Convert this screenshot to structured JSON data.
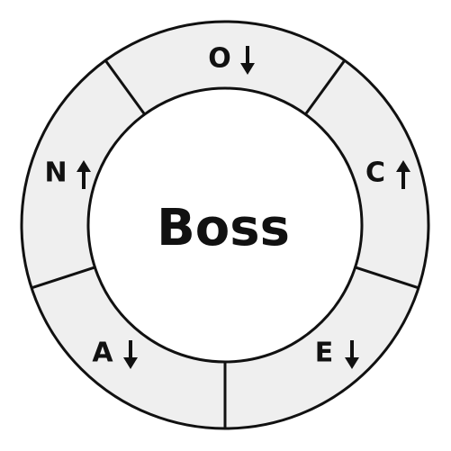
{
  "colors": {
    "ring_fill": "#efefef",
    "center_fill": "#ffffff",
    "stroke": "#111111",
    "text": "#111111"
  },
  "center": {
    "label": "Boss"
  },
  "segments": [
    {
      "id": "o",
      "label": "O",
      "arrow": "down"
    },
    {
      "id": "c",
      "label": "C",
      "arrow": "up"
    },
    {
      "id": "e",
      "label": "E",
      "arrow": "down"
    },
    {
      "id": "a",
      "label": "A",
      "arrow": "down"
    },
    {
      "id": "n",
      "label": "N",
      "arrow": "up"
    }
  ]
}
